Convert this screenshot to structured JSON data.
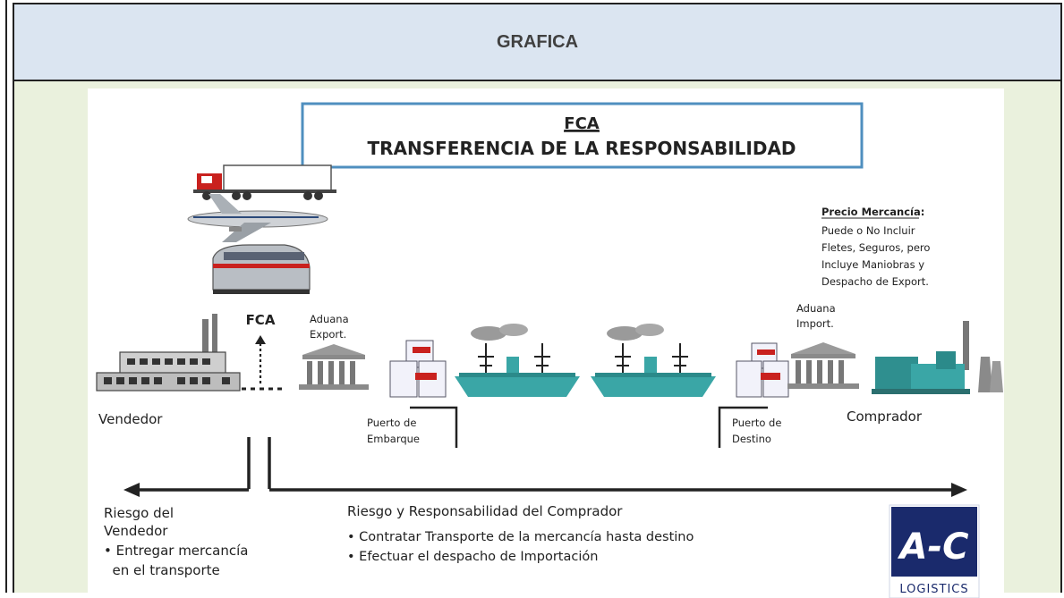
{
  "header": {
    "title": "GRAFICA"
  },
  "diagram": {
    "title_line1": "FCA",
    "title_line2": "TRANSFERENCIA DE LA RESPONSABILIDAD",
    "fca_marker": "FCA",
    "customs_export": [
      "Aduana",
      "Export."
    ],
    "customs_import": [
      "Aduana",
      "Import."
    ],
    "price_note": {
      "heading": "Precio Mercancía:",
      "lines": [
        "Puede o No Incluir",
        "Fletes, Seguros, pero",
        "Incluye Maniobras y",
        "Despacho de Export."
      ]
    },
    "seller": "Vendedor",
    "buyer": "Comprador",
    "port_origin": [
      "Puerto de",
      "Embarque"
    ],
    "port_dest": [
      "Puerto de",
      "Destino"
    ],
    "seller_risk": {
      "title_lines": [
        "Riesgo del",
        "Vendedor"
      ],
      "bullet_lines": [
        "• Entregar mercancía",
        "  en el transporte"
      ]
    },
    "buyer_risk": {
      "title": "Riesgo y Responsabilidad del Comprador",
      "bullets": [
        "• Contratar Transporte de la mercancía hasta destino",
        "• Efectuar el despacho de Importación"
      ]
    },
    "logo": {
      "mark": "A-C",
      "caption": "LOGISTICS"
    }
  },
  "colors": {
    "header_bg": "#dbe5f1",
    "content_bg": "#eaf1dd",
    "ship": "#3aa6a6",
    "title_border": "#4f8fbf",
    "logo_bg": "#1a2a6c"
  }
}
